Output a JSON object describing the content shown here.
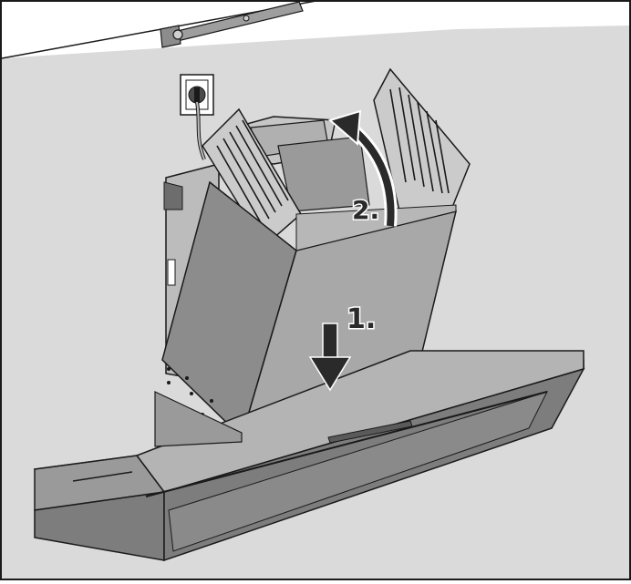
{
  "steps": [
    {
      "label": "1.",
      "action": "push-down"
    },
    {
      "label": "2.",
      "action": "lift-up"
    }
  ],
  "colors": {
    "background": "#dadada",
    "ceiling": "#ffffff",
    "outline": "#1a1a1a",
    "chimney_front": "#a8a8a8",
    "chimney_side": "#8c8c8c",
    "hood_top": "#9e9e9e",
    "hood_front": "#7d7d7d",
    "arrow": "#2a2a2a"
  },
  "icons": [
    "socket-icon",
    "power-cable-icon",
    "down-arrow-icon",
    "curved-arrow-icon",
    "bracket-icon"
  ]
}
